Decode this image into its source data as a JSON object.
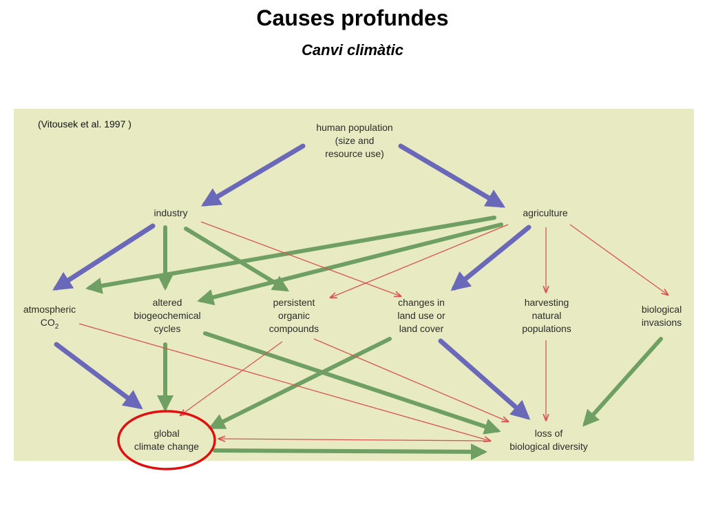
{
  "title": "Causes profundes",
  "subtitle": "Canvi climàtic",
  "citation": "(Vitousek et al. 1997 )",
  "colors": {
    "panel": "#e8ebc2",
    "blue_arrow": "#6a68b8",
    "green_arrow": "#6f9f63",
    "red_arrow": "#d9534f",
    "highlight_ring": "#e01010"
  },
  "nodes": {
    "human_population": [
      "human population",
      "(size and",
      "resource use)"
    ],
    "industry": [
      "industry"
    ],
    "agriculture": [
      "agriculture"
    ],
    "atmospheric_co2": [
      "atmospheric",
      "CO",
      "2"
    ],
    "altered_cycles": [
      "altered",
      "biogeochemical",
      "cycles"
    ],
    "persistent_compounds": [
      "persistent",
      "organic",
      "compounds"
    ],
    "land_use": [
      "changes in",
      "land use or",
      "land cover"
    ],
    "harvesting": [
      "harvesting",
      "natural",
      "populations"
    ],
    "biological_invasions": [
      "biological",
      "invasions"
    ],
    "global_climate_change": [
      "global",
      "climate change"
    ],
    "loss_biodiversity": [
      "loss of",
      "biological diversity"
    ]
  },
  "edges": [
    {
      "from": "human-population",
      "to": "industry",
      "kind": "blue"
    },
    {
      "from": "human-population",
      "to": "agriculture",
      "kind": "blue"
    },
    {
      "from": "industry",
      "to": "atmospheric-co2",
      "kind": "blue"
    },
    {
      "from": "industry",
      "to": "altered-cycles",
      "kind": "green"
    },
    {
      "from": "industry",
      "to": "persistent-compounds",
      "kind": "green"
    },
    {
      "from": "industry",
      "to": "land-use",
      "kind": "red"
    },
    {
      "from": "agriculture",
      "to": "atmospheric-co2",
      "kind": "green"
    },
    {
      "from": "agriculture",
      "to": "altered-cycles",
      "kind": "green"
    },
    {
      "from": "agriculture",
      "to": "persistent-compounds",
      "kind": "red"
    },
    {
      "from": "agriculture",
      "to": "land-use",
      "kind": "blue"
    },
    {
      "from": "agriculture",
      "to": "harvesting",
      "kind": "red"
    },
    {
      "from": "agriculture",
      "to": "biological-invasions",
      "kind": "red"
    },
    {
      "from": "atmospheric-co2",
      "to": "global-climate-change",
      "kind": "blue"
    },
    {
      "from": "atmospheric-co2",
      "to": "loss-biodiversity",
      "kind": "red"
    },
    {
      "from": "altered-cycles",
      "to": "global-climate-change",
      "kind": "green"
    },
    {
      "from": "altered-cycles",
      "to": "loss-biodiversity",
      "kind": "green"
    },
    {
      "from": "persistent-compounds",
      "to": "global-climate-change",
      "kind": "red"
    },
    {
      "from": "persistent-compounds",
      "to": "loss-biodiversity",
      "kind": "red"
    },
    {
      "from": "land-use",
      "to": "global-climate-change",
      "kind": "green"
    },
    {
      "from": "land-use",
      "to": "loss-biodiversity",
      "kind": "blue"
    },
    {
      "from": "harvesting",
      "to": "loss-biodiversity",
      "kind": "red"
    },
    {
      "from": "biological-invasions",
      "to": "loss-biodiversity",
      "kind": "green"
    },
    {
      "from": "global-climate-change",
      "to": "loss-biodiversity",
      "kind": "green"
    },
    {
      "from": "loss-biodiversity",
      "to": "global-climate-change",
      "kind": "red"
    }
  ]
}
